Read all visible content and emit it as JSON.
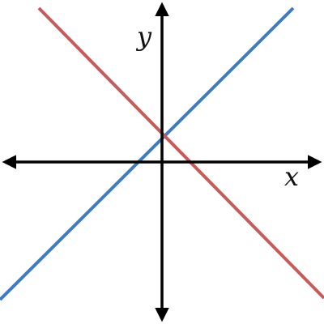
{
  "chart_data": {
    "type": "line",
    "xlabel": "x",
    "ylabel": "y",
    "xlim": [
      -10,
      10
    ],
    "ylim": [
      -10,
      10
    ],
    "grid": false,
    "axis_color": "#000000",
    "series": [
      {
        "color": "#3e7bbf",
        "x": [
          -10,
          8.1
        ],
        "y": [
          -8.5,
          9.5
        ]
      },
      {
        "color": "#c85a5a",
        "x": [
          -7.6,
          10
        ],
        "y": [
          9.5,
          -8.4
        ]
      }
    ]
  }
}
